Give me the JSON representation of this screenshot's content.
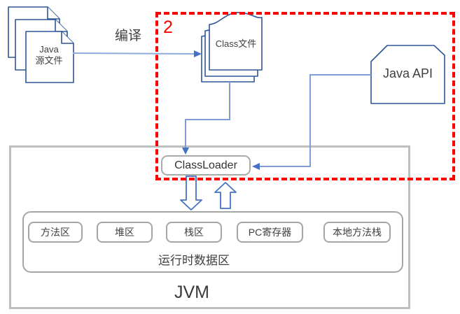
{
  "diagram": {
    "title_labels": {
      "compile": "编译",
      "step_number": "2",
      "java_source_line1": "Java",
      "java_source_line2": "源文件",
      "class_file": "Class文件",
      "java_api": "Java API",
      "classloader": "ClassLoader",
      "runtime_area": "运行时数据区",
      "jvm": "JVM"
    },
    "runtime_boxes": [
      {
        "label": "方法区"
      },
      {
        "label": "堆区"
      },
      {
        "label": "栈区"
      },
      {
        "label": "PC寄存器"
      },
      {
        "label": "本地方法栈"
      }
    ],
    "colors": {
      "shape_outline_blue": "#2F5597",
      "connector_blue": "#8FAADC",
      "arrowhead_blue": "#4472C4",
      "box_border_gray": "#A6A6A6",
      "jvm_border_gray": "#BFBFBF",
      "highlight_red": "#FF0000",
      "text_gray": "#404040"
    }
  }
}
